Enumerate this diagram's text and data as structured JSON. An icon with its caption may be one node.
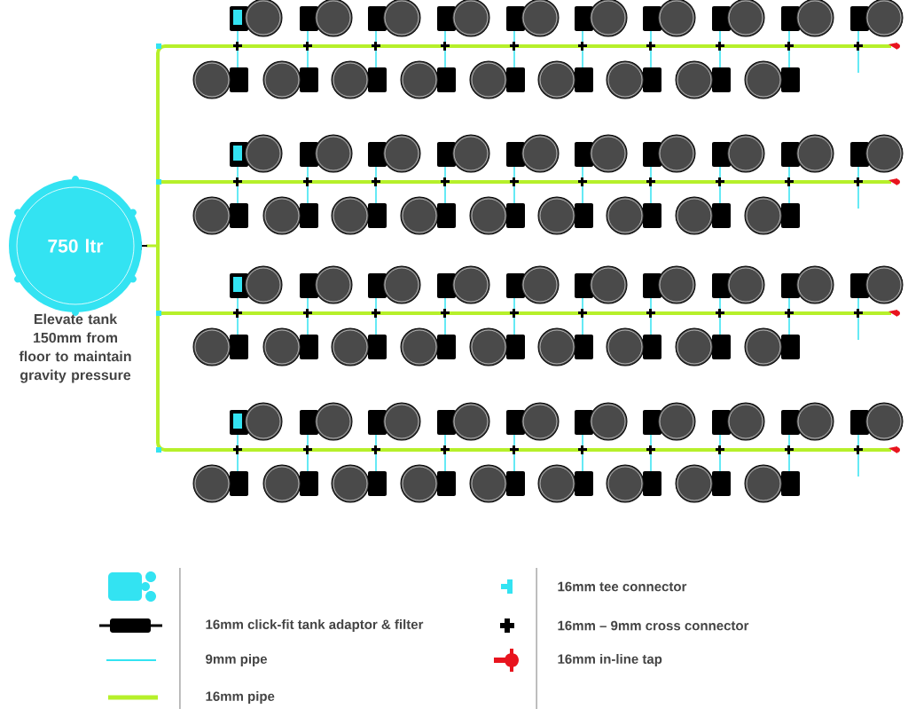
{
  "diagram": {
    "nodes": [
      {
        "text": [
          "750 ltr"
        ],
        "beside": [
          "Elevate tank 150mm from floor to maintain gravity pressure"
        ]
      }
    ],
    "legend": [
      {
        "text": "16mm click-fit tank adaptor & filter"
      },
      {
        "text": "9mm pipe"
      },
      {
        "text": "16mm pipe"
      },
      {
        "text": "16mm tee connector"
      },
      {
        "text": "16mm – 9mm cross connector"
      },
      {
        "text": "16mm in-line tap"
      }
    ]
  }
}
